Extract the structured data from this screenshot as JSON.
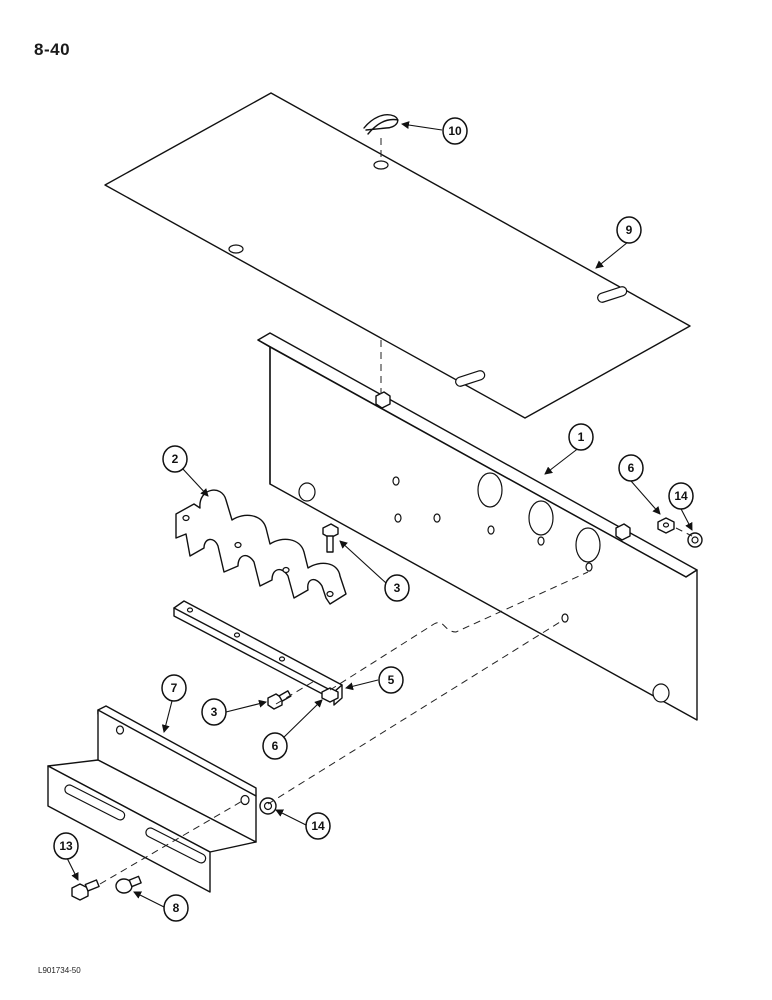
{
  "page": {
    "page_number": "8-40",
    "reference_code": "L901734-50"
  },
  "callouts": [
    {
      "id": "c10",
      "label": "10"
    },
    {
      "id": "c9",
      "label": "9"
    },
    {
      "id": "c1",
      "label": "1"
    },
    {
      "id": "c2",
      "label": "2"
    },
    {
      "id": "c6a",
      "label": "6"
    },
    {
      "id": "c14a",
      "label": "14"
    },
    {
      "id": "c3a",
      "label": "3"
    },
    {
      "id": "c5",
      "label": "5"
    },
    {
      "id": "c7",
      "label": "7"
    },
    {
      "id": "c3b",
      "label": "3"
    },
    {
      "id": "c6b",
      "label": "6"
    },
    {
      "id": "c14b",
      "label": "14"
    },
    {
      "id": "c13",
      "label": "13"
    },
    {
      "id": "c8",
      "label": "8"
    }
  ]
}
